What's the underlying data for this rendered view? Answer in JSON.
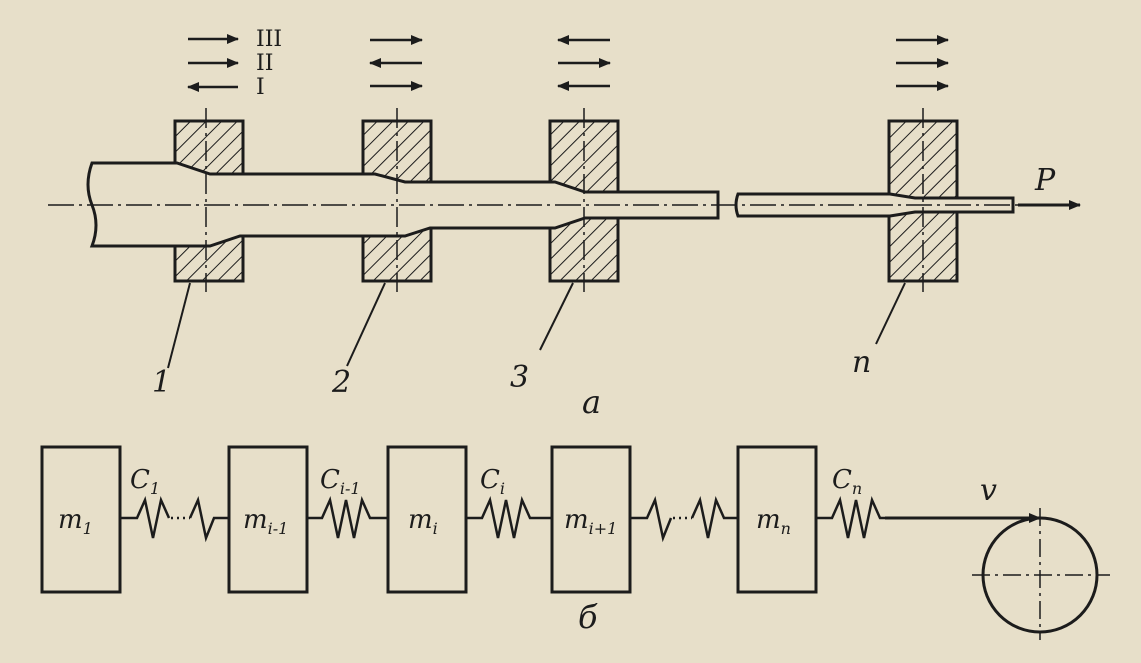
{
  "part_a": {
    "caption": "а",
    "force_label": "P",
    "die_labels": [
      "1",
      "2",
      "3",
      "n"
    ],
    "direction_labels": [
      "III",
      "II",
      "I"
    ]
  },
  "part_b": {
    "caption": "б",
    "velocity_label": "v",
    "masses": [
      {
        "base": "m",
        "sub": "1"
      },
      {
        "base": "m",
        "sub": "i-1"
      },
      {
        "base": "m",
        "sub": "i"
      },
      {
        "base": "m",
        "sub": "i+1"
      },
      {
        "base": "m",
        "sub": "n"
      }
    ],
    "springs": [
      {
        "base": "C",
        "sub": "1"
      },
      {
        "base": "C",
        "sub": "i-1"
      },
      {
        "base": "C",
        "sub": "i"
      },
      {
        "base": "C",
        "sub": "n"
      }
    ]
  },
  "colors": {
    "ink": "#1c1c1c",
    "paper": "#e7dfc9"
  }
}
